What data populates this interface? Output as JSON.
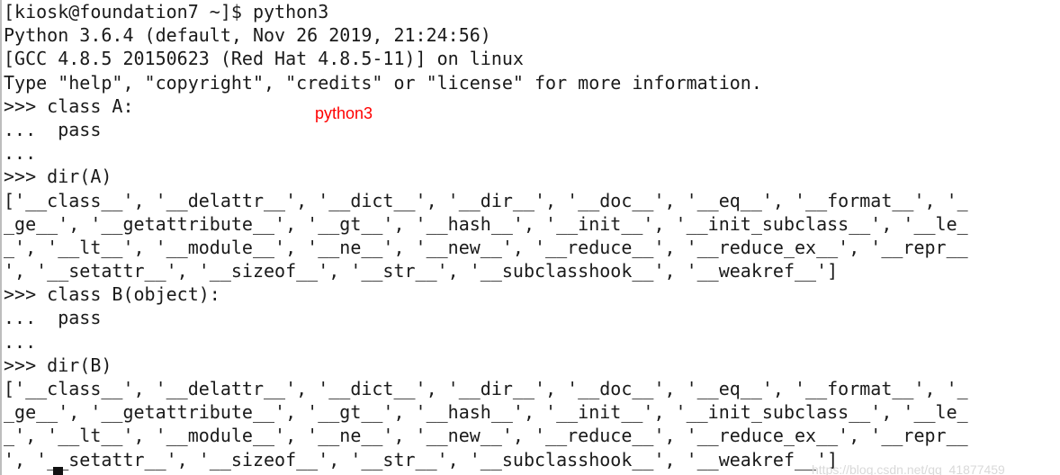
{
  "terminal": {
    "lines": [
      "[kiosk@foundation7 ~]$ python3",
      "Python 3.6.4 (default, Nov 26 2019, 21:24:56)",
      "[GCC 4.8.5 20150623 (Red Hat 4.8.5-11)] on linux",
      "Type \"help\", \"copyright\", \"credits\" or \"license\" for more information.",
      ">>> class A:",
      "...  pass",
      "...",
      ">>> dir(A)",
      "['__class__', '__delattr__', '__dict__', '__dir__', '__doc__', '__eq__', '__format__', '_",
      "_ge__', '__getattribute__', '__gt__', '__hash__', '__init__', '__init_subclass__', '__le_",
      "_', '__lt__', '__module__', '__ne__', '__new__', '__reduce__', '__reduce_ex__', '__repr__",
      "', '__setattr__', '__sizeof__', '__str__', '__subclasshook__', '__weakref__']",
      ">>> class B(object):",
      "...  pass",
      "...",
      ">>> dir(B)",
      "['__class__', '__delattr__', '__dict__', '__dir__', '__doc__', '__eq__', '__format__', '_",
      "_ge__', '__getattribute__', '__gt__', '__hash__', '__init__', '__init_subclass__', '__le_",
      "_', '__lt__', '__module__', '__ne__', '__new__', '__reduce__', '__reduce_ex__', '__repr__",
      "', '__setattr__', '__sizeof__', '__str__', '__subclasshook__', '__weakref__']"
    ],
    "annotation": "python3",
    "watermark": "https://blog.csdn.net/qq_41877459"
  }
}
